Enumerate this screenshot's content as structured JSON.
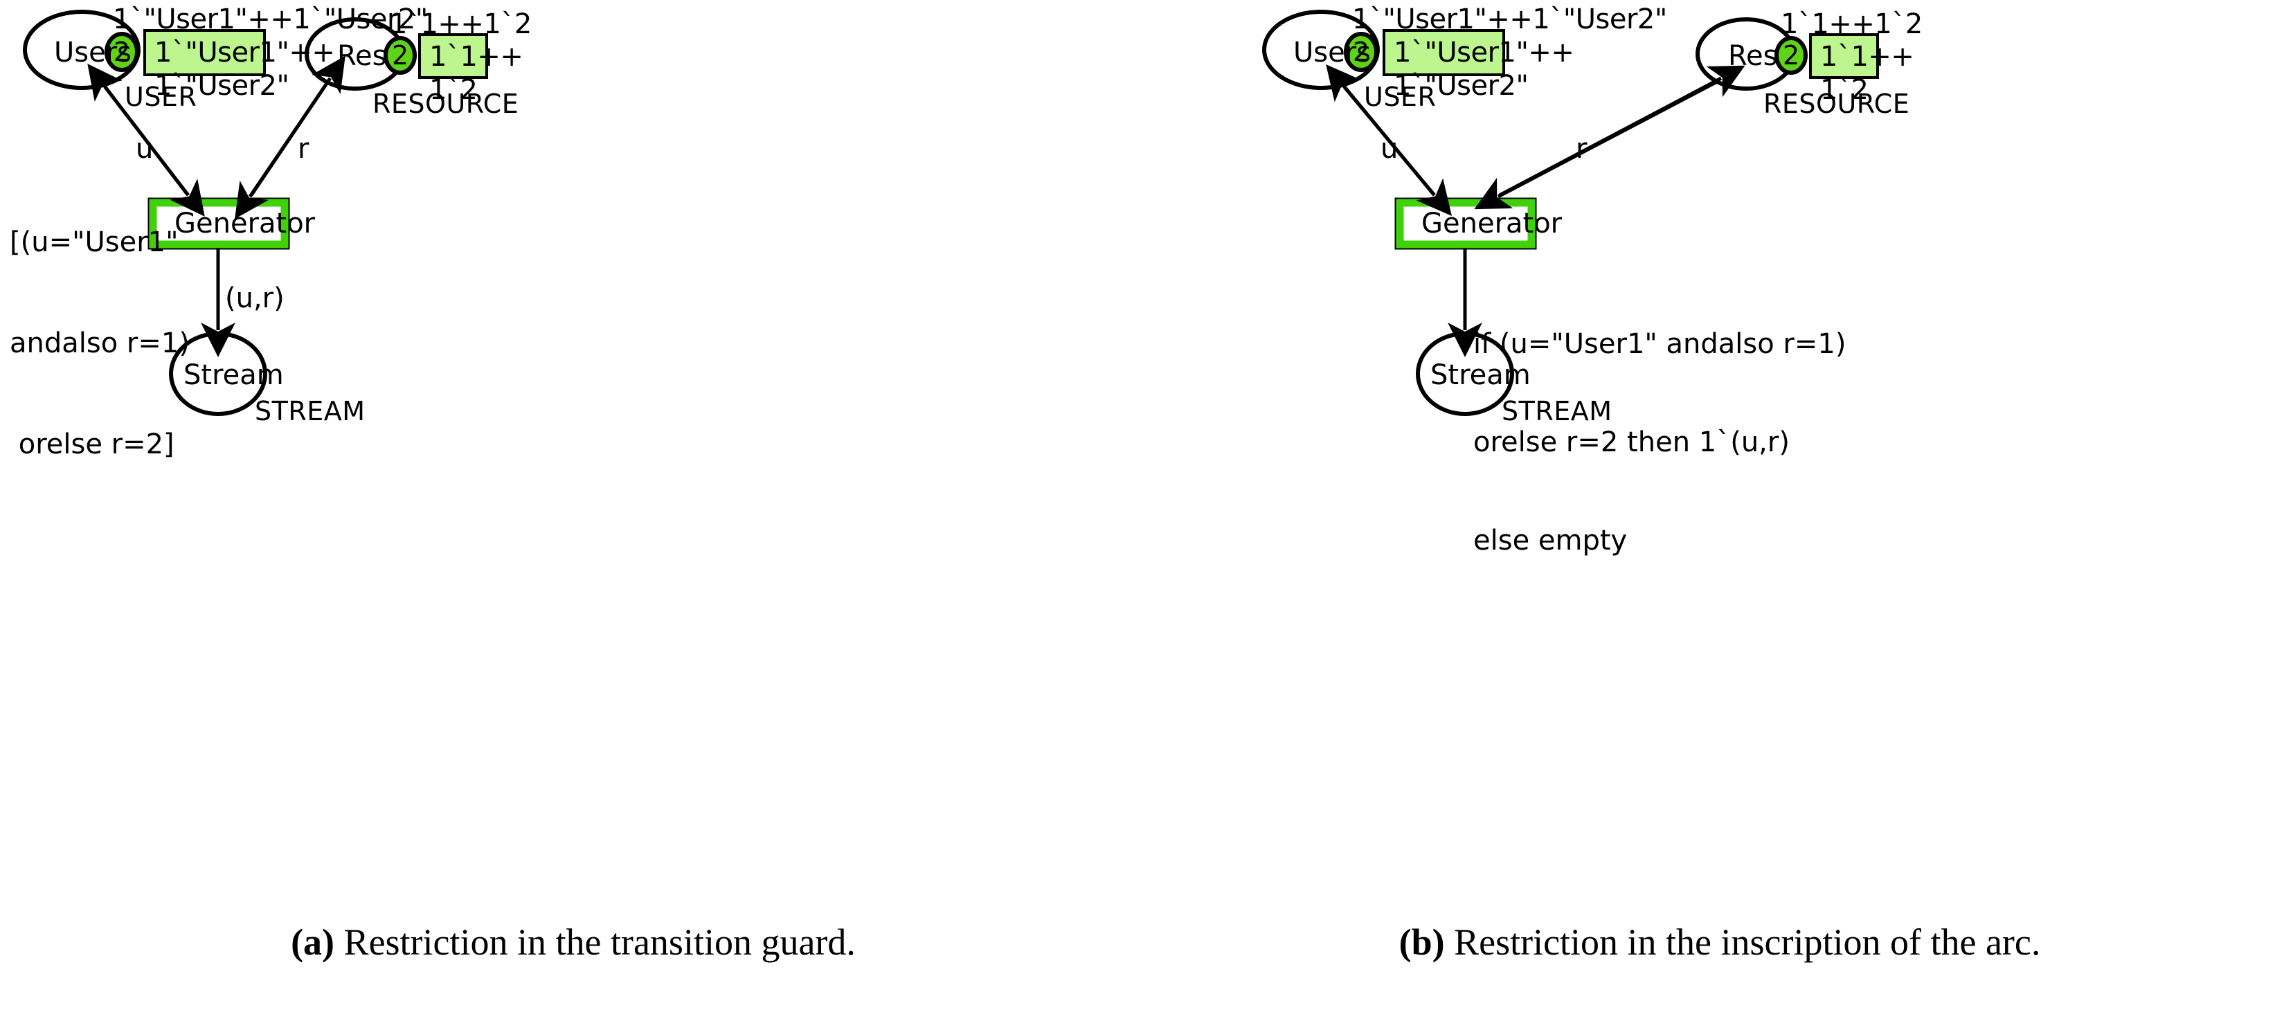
{
  "figure": {
    "panels": [
      {
        "id": "panel-a",
        "caption_tag": "(a)",
        "caption_text": " Restriction in the transition guard.",
        "places": {
          "users": {
            "name": "Users",
            "colorset": "USER",
            "token_count": "2",
            "initial_marking": "1`\"User1\"++1`\"User2\"",
            "marking_line1": "1`\"User1\"++",
            "marking_line2": "1`\"User2\""
          },
          "res": {
            "name": "Res",
            "colorset": "RESOURCE",
            "token_count": "2",
            "initial_marking": "1`1++1`2",
            "marking_line1": "1`1++",
            "marking_line2": "1`2"
          },
          "stream": {
            "name": "Stream",
            "colorset": "STREAM"
          }
        },
        "transition": {
          "name": "Generator"
        },
        "arcs": {
          "user_var": "u",
          "res_var": "r",
          "out_inscription": "(u,r)"
        },
        "guard": {
          "line1": "[(u=\"User1\"",
          "line2": "andalso r=1)",
          "line3": " orelse r=2]"
        },
        "arc_inscription": null
      },
      {
        "id": "panel-b",
        "caption_tag": "(b)",
        "caption_text": " Restriction in the inscription of the arc.",
        "places": {
          "users": {
            "name": "Users",
            "colorset": "USER",
            "token_count": "2",
            "initial_marking": "1`\"User1\"++1`\"User2\"",
            "marking_line1": "1`\"User1\"++",
            "marking_line2": "1`\"User2\""
          },
          "res": {
            "name": "Res",
            "colorset": "RESOURCE",
            "token_count": "2",
            "initial_marking": "1`1++1`2",
            "marking_line1": "1`1++",
            "marking_line2": "1`2"
          },
          "stream": {
            "name": "Stream",
            "colorset": "STREAM"
          }
        },
        "transition": {
          "name": "Generator"
        },
        "arcs": {
          "user_var": "u",
          "res_var": "r",
          "out_inscription": null
        },
        "guard": null,
        "arc_inscription": {
          "line1": "if (u=\"User1\" andalso r=1)",
          "line2": "orelse r=2 then 1`(u,r)",
          "line3": "else empty"
        }
      }
    ]
  },
  "colors": {
    "token_fill": "#5fd416",
    "marking_box_fill": "#bdf58e",
    "enabled_transition_border": "#3fd208",
    "stroke": "#000000",
    "background": "#ffffff"
  }
}
